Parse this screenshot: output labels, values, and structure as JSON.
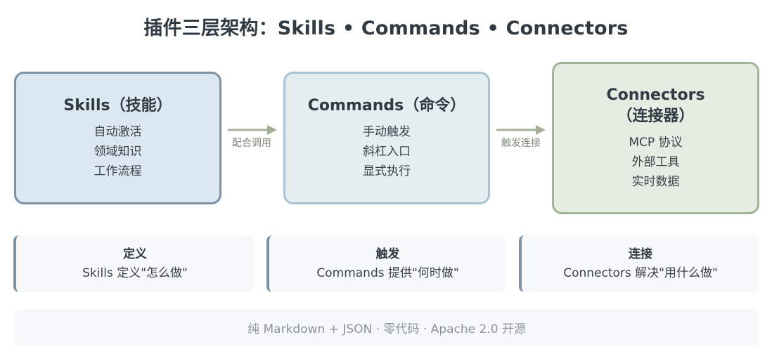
{
  "title": "插件三层架构：Skills • Commands • Connectors",
  "boxes": {
    "skills": {
      "title": "Skills（技能）",
      "lines": [
        "自动激活",
        "领域知识",
        "工作流程"
      ]
    },
    "commands": {
      "title": "Commands（命令）",
      "lines": [
        "手动触发",
        "斜杠入口",
        "显式执行"
      ]
    },
    "connectors": {
      "title_line1": "Connectors",
      "title_line2": "（连接器）",
      "lines": [
        "MCP 协议",
        "外部工具",
        "实时数据"
      ]
    }
  },
  "arrows": {
    "first_label": "配合调用",
    "second_label": "触发连接",
    "color": "#a3b096"
  },
  "cards": [
    {
      "heading": "定义",
      "body": "Skills 定义\"怎么做\""
    },
    {
      "heading": "触发",
      "body": "Commands 提供\"何时做\""
    },
    {
      "heading": "连接",
      "body": "Connectors 解决\"用什么做\""
    }
  ],
  "footer": "纯 Markdown + JSON · 零代码 · Apache 2.0 开源"
}
